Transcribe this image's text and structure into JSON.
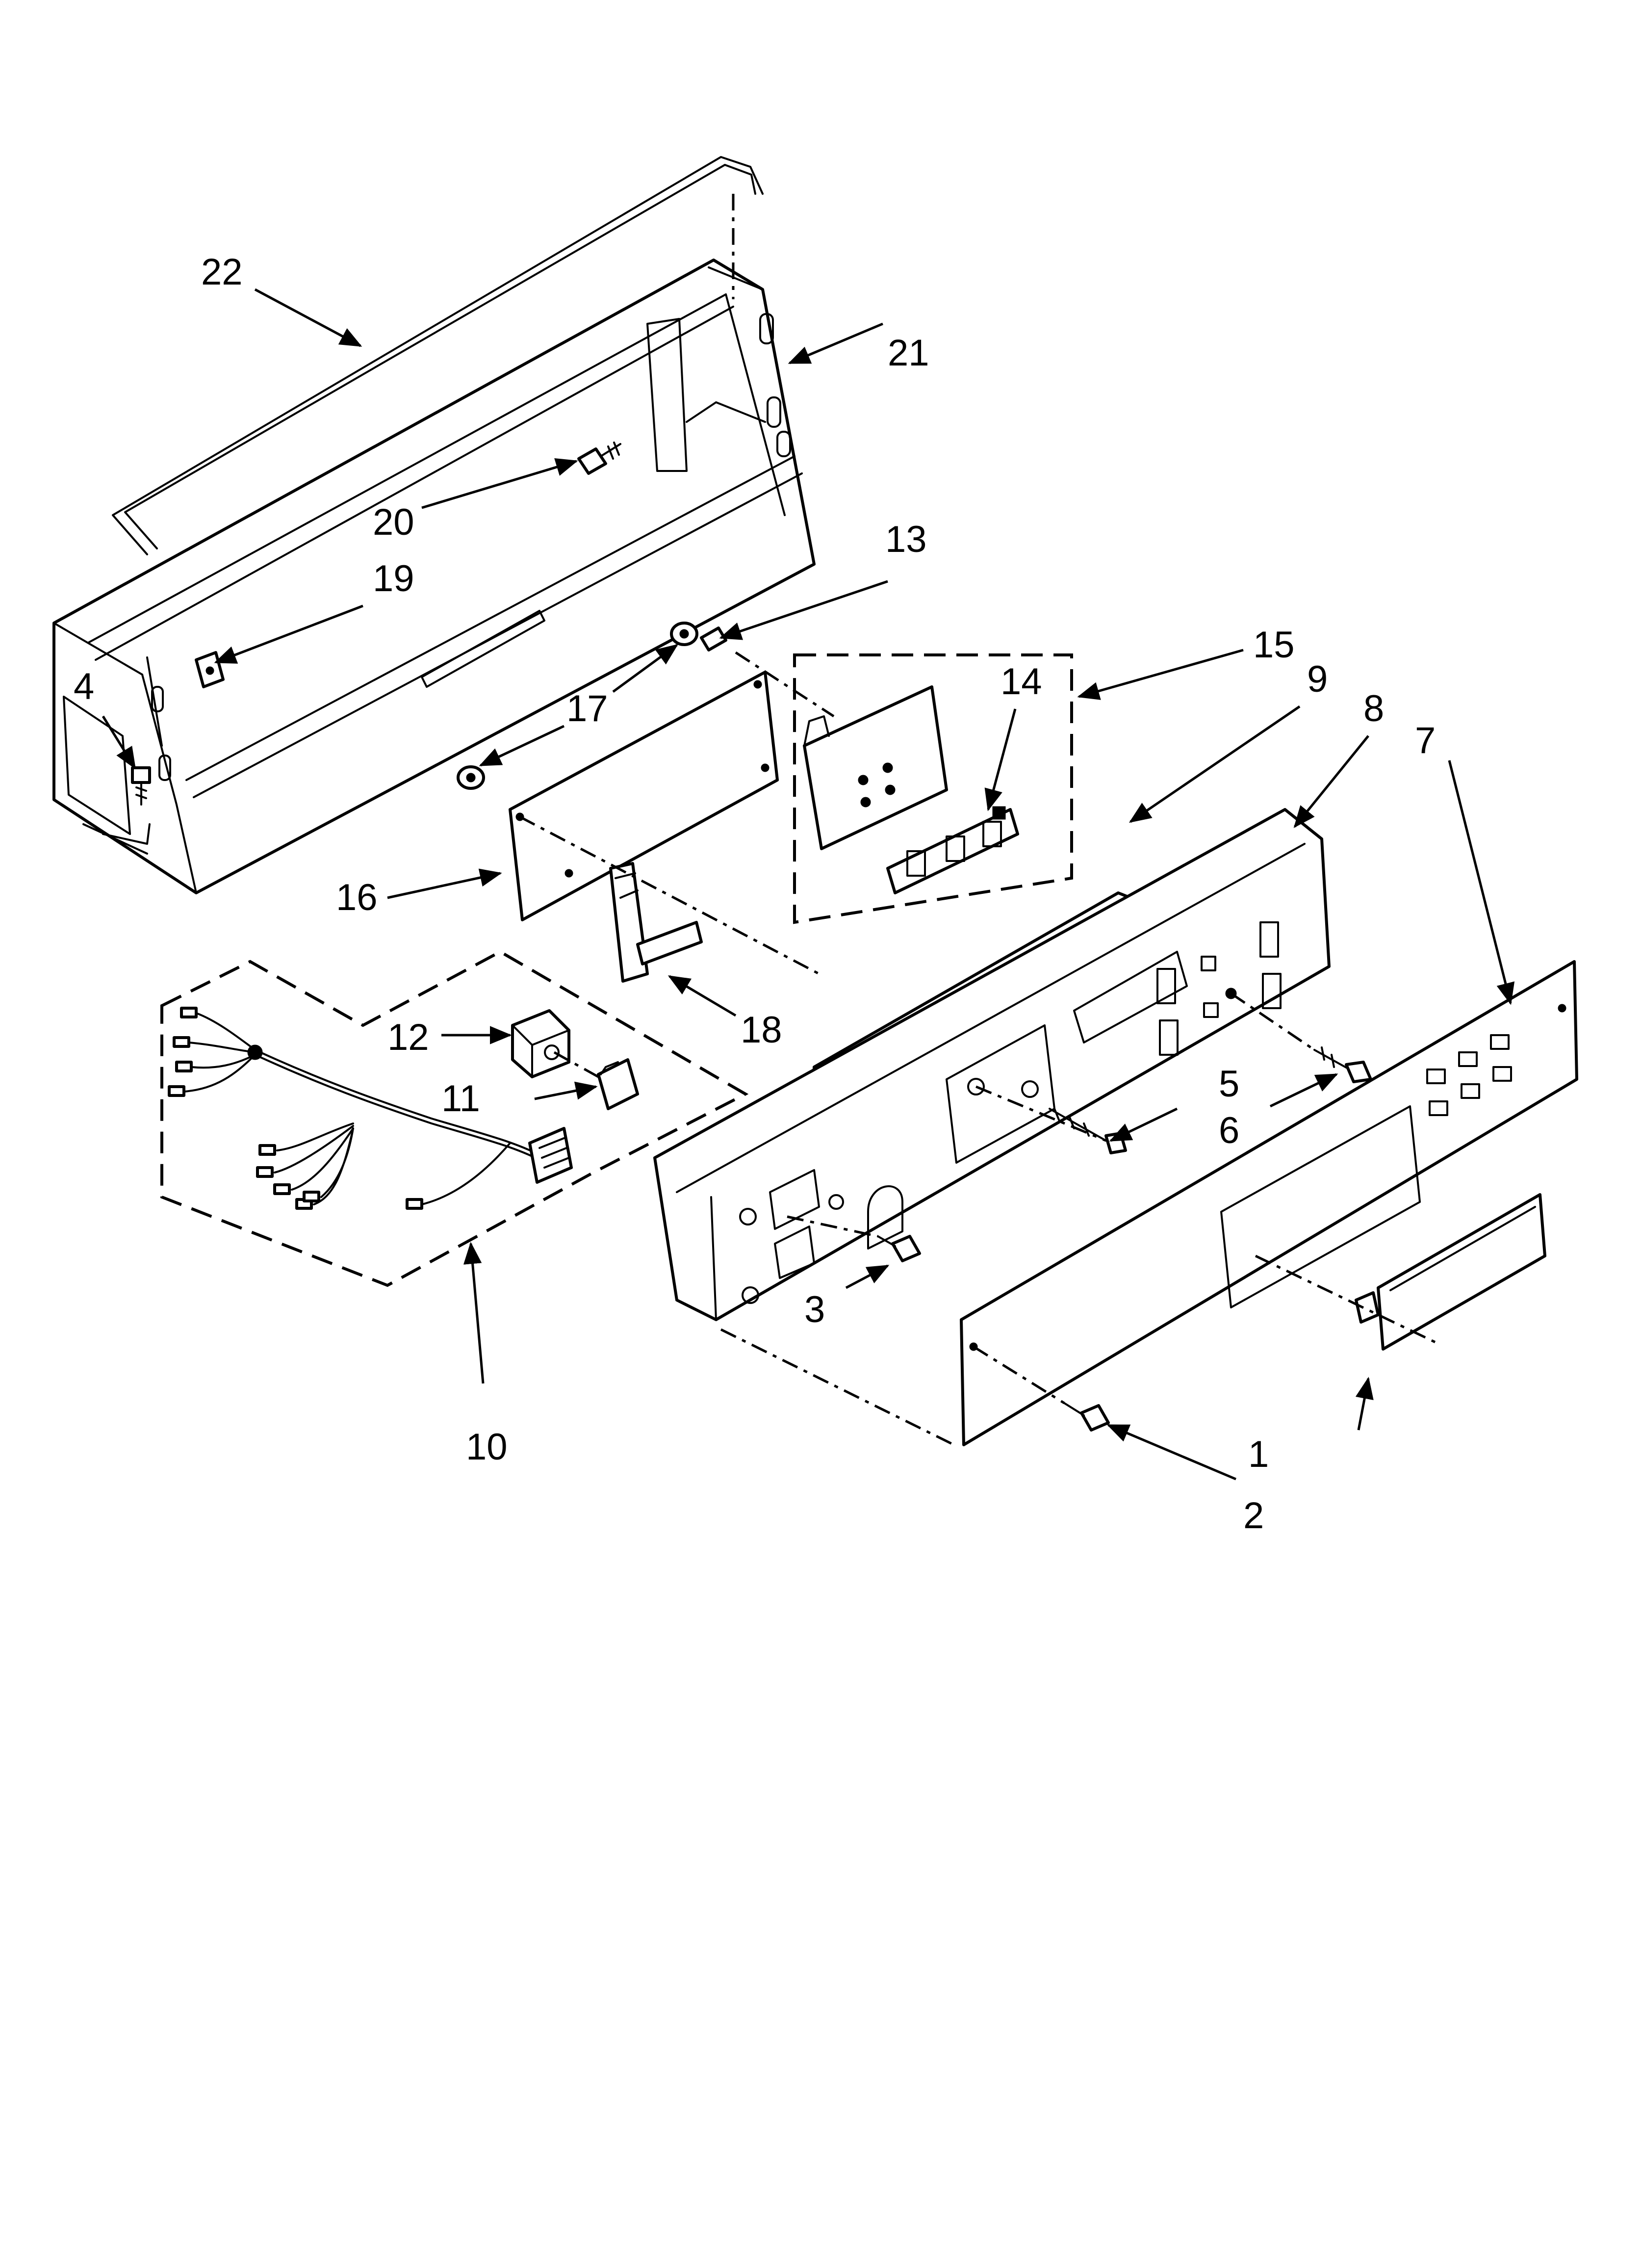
{
  "callouts": [
    {
      "id": "1",
      "label": "1"
    },
    {
      "id": "2",
      "label": "2"
    },
    {
      "id": "3",
      "label": "3"
    },
    {
      "id": "4",
      "label": "4"
    },
    {
      "id": "5",
      "label": "5"
    },
    {
      "id": "6",
      "label": "6"
    },
    {
      "id": "7",
      "label": "7"
    },
    {
      "id": "8",
      "label": "8"
    },
    {
      "id": "9",
      "label": "9"
    },
    {
      "id": "10",
      "label": "10"
    },
    {
      "id": "11",
      "label": "11"
    },
    {
      "id": "12",
      "label": "12"
    },
    {
      "id": "13",
      "label": "13"
    },
    {
      "id": "14",
      "label": "14"
    },
    {
      "id": "15",
      "label": "15"
    },
    {
      "id": "16",
      "label": "16"
    },
    {
      "id": "17",
      "label": "17"
    },
    {
      "id": "18",
      "label": "18"
    },
    {
      "id": "19",
      "label": "19"
    },
    {
      "id": "20",
      "label": "20"
    },
    {
      "id": "21",
      "label": "21"
    },
    {
      "id": "22",
      "label": "22"
    }
  ],
  "colors": {
    "ink": "#000000",
    "paper": "#ffffff"
  }
}
